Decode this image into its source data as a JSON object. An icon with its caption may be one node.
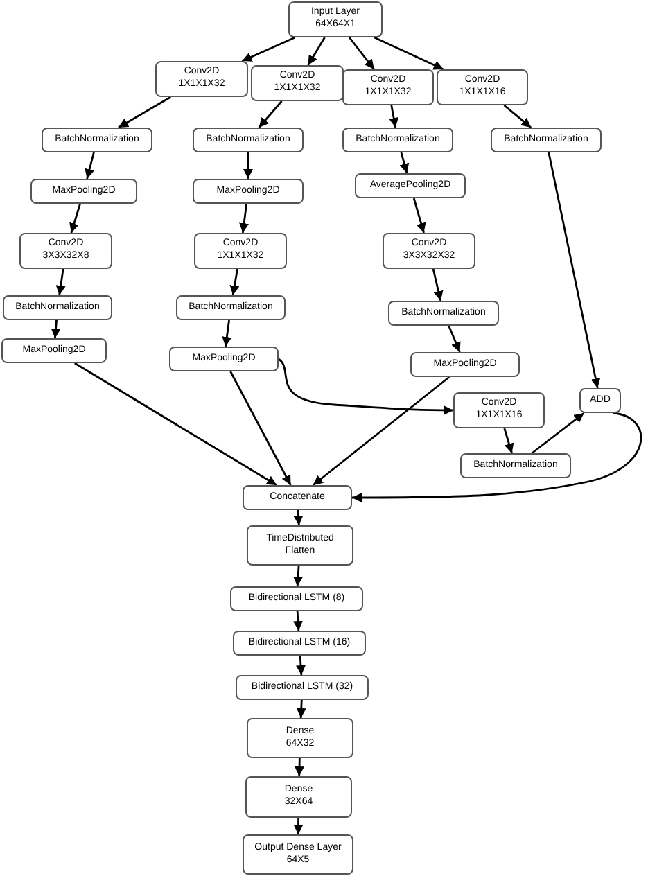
{
  "diagram": {
    "nodes": [
      {
        "text": [
          "Input Layer",
          "64X64X1"
        ]
      },
      {
        "text": [
          "Conv2D",
          "1X1X1X32"
        ]
      },
      {
        "text": [
          "Conv2D",
          "1X1X1X32"
        ]
      },
      {
        "text": [
          "Conv2D",
          "1X1X1X32"
        ]
      },
      {
        "text": [
          "Conv2D",
          "1X1X1X16"
        ]
      },
      {
        "text": [
          "BatchNormalization"
        ]
      },
      {
        "text": [
          "BatchNormalization"
        ]
      },
      {
        "text": [
          "BatchNormalization"
        ]
      },
      {
        "text": [
          "BatchNormalization"
        ]
      },
      {
        "text": [
          "MaxPooling2D"
        ]
      },
      {
        "text": [
          "MaxPooling2D"
        ]
      },
      {
        "text": [
          "AveragePooling2D"
        ]
      },
      {
        "text": [
          "Conv2D",
          "3X3X32X8"
        ]
      },
      {
        "text": [
          "Conv2D",
          "1X1X1X32"
        ]
      },
      {
        "text": [
          "Conv2D",
          "3X3X32X32"
        ]
      },
      {
        "text": [
          "BatchNormalization"
        ]
      },
      {
        "text": [
          "BatchNormalization"
        ]
      },
      {
        "text": [
          "BatchNormalization"
        ]
      },
      {
        "text": [
          "MaxPooling2D"
        ]
      },
      {
        "text": [
          "MaxPooling2D"
        ]
      },
      {
        "text": [
          "MaxPooling2D"
        ]
      },
      {
        "text": [
          "Conv2D",
          "1X1X1X16"
        ]
      },
      {
        "text": [
          "ADD"
        ]
      },
      {
        "text": [
          "BatchNormalization"
        ]
      },
      {
        "text": [
          "Concatenate"
        ]
      },
      {
        "text": [
          "TimeDistributed",
          "Flatten"
        ]
      },
      {
        "text": [
          "Bidirectional LSTM (8)"
        ]
      },
      {
        "text": [
          "Bidirectional LSTM (16)"
        ]
      },
      {
        "text": [
          "Bidirectional LSTM (32)"
        ]
      },
      {
        "text": [
          "Dense",
          "64X32"
        ]
      },
      {
        "text": [
          "Dense",
          "32X64"
        ]
      },
      {
        "text": [
          "Output Dense Layer",
          "64X5"
        ]
      }
    ],
    "edges": [
      {
        "from": 0,
        "to": 1,
        "arrow": "to"
      },
      {
        "from": 0,
        "to": 2,
        "arrow": "to"
      },
      {
        "from": 0,
        "to": 3,
        "arrow": "to"
      },
      {
        "from": 0,
        "to": 4,
        "arrow": "to"
      },
      {
        "from": 1,
        "to": 5,
        "arrow": "to"
      },
      {
        "from": 5,
        "to": 9,
        "arrow": "to"
      },
      {
        "from": 9,
        "to": 12,
        "arrow": "to"
      },
      {
        "from": 12,
        "to": 15,
        "arrow": "to"
      },
      {
        "from": 15,
        "to": 18,
        "arrow": "to"
      },
      {
        "from": 18,
        "to": 24,
        "arrow": "to"
      },
      {
        "from": 2,
        "to": 6,
        "arrow": "to"
      },
      {
        "from": 6,
        "to": 10,
        "arrow": "to"
      },
      {
        "from": 10,
        "to": 13,
        "arrow": "to"
      },
      {
        "from": 13,
        "to": 16,
        "arrow": "to"
      },
      {
        "from": 16,
        "to": 19,
        "arrow": "to"
      },
      {
        "from": 19,
        "to": 24,
        "arrow": "to"
      },
      {
        "from": 19,
        "to": 21,
        "arrow": "to"
      },
      {
        "from": 3,
        "to": 7,
        "arrow": "to"
      },
      {
        "from": 7,
        "to": 11,
        "arrow": "to"
      },
      {
        "from": 11,
        "to": 14,
        "arrow": "to"
      },
      {
        "from": 14,
        "to": 17,
        "arrow": "to"
      },
      {
        "from": 17,
        "to": 20,
        "arrow": "to"
      },
      {
        "from": 20,
        "to": 24,
        "arrow": "to"
      },
      {
        "from": 4,
        "to": 8,
        "arrow": "to"
      },
      {
        "from": 8,
        "to": 22,
        "arrow": "to"
      },
      {
        "from": 21,
        "to": 23,
        "arrow": "to"
      },
      {
        "from": 23,
        "to": 22,
        "arrow": "to"
      },
      {
        "from": 22,
        "to": 24,
        "arrow": "to"
      },
      {
        "from": 24,
        "to": 25,
        "arrow": "to"
      },
      {
        "from": 25,
        "to": 26,
        "arrow": "to"
      },
      {
        "from": 26,
        "to": 27,
        "arrow": "to"
      },
      {
        "from": 27,
        "to": 28,
        "arrow": "to"
      },
      {
        "from": 28,
        "to": 29,
        "arrow": "to"
      },
      {
        "from": 29,
        "to": 30,
        "arrow": "to"
      },
      {
        "from": 30,
        "to": 31,
        "arrow": "to"
      }
    ]
  }
}
